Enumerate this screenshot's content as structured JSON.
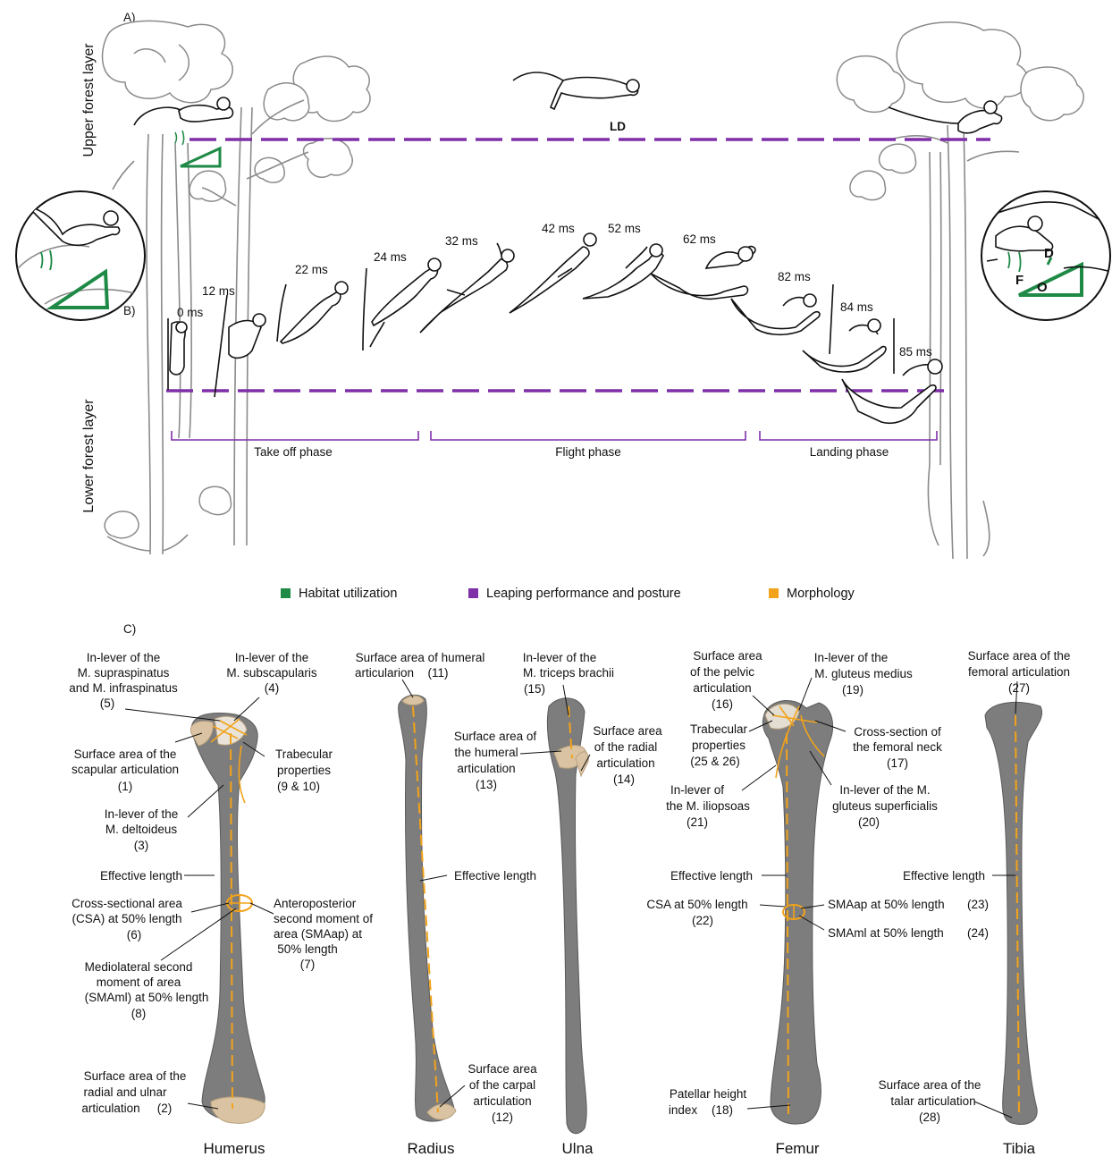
{
  "panels": {
    "a": "A)",
    "b": "B)",
    "c": "C)"
  },
  "layers": {
    "upper": "Upper forest layer",
    "lower": "Lower forest layer"
  },
  "ld_label": "LD",
  "inset_right": {
    "d": "D",
    "f": "F",
    "o": "O"
  },
  "frames": [
    "0 ms",
    "12 ms",
    "22 ms",
    "24 ms",
    "32 ms",
    "42 ms",
    "52 ms",
    "62 ms",
    "82 ms",
    "84 ms",
    "85 ms"
  ],
  "phases": [
    "Take off phase",
    "Flight phase",
    "Landing phase"
  ],
  "legend": [
    {
      "label": "Habitat utilization",
      "color": "#1e8a46"
    },
    {
      "label": "Leaping performance and posture",
      "color": "#7f2fa8"
    },
    {
      "label": "Morphology",
      "color": "#f2a31b"
    }
  ],
  "bones": [
    "Humerus",
    "Radius",
    "Ulna",
    "Femur",
    "Tibia"
  ],
  "humerus_labels": {
    "supra_l1": "In-lever of the",
    "supra_l2": "M. supraspinatus",
    "supra_l3": "and M. infraspinatus",
    "supra_n": "(5)",
    "subsc_l1": "In-lever of the",
    "subsc_l2": "M. subscapularis",
    "subsc_n": "(4)",
    "scap_l1": "Surface area of the",
    "scap_l2": "scapular articulation",
    "scap_n": "(1)",
    "trab_l1": "Trabecular",
    "trab_l2": "properties",
    "trab_n": "(9 & 10)",
    "delt_l1": "In-lever of the",
    "delt_l2": "M. deltoideus",
    "delt_n": "(3)",
    "efflen": "Effective length",
    "csa_l1": "Cross-sectional area",
    "csa_l2": "(CSA) at 50% length",
    "csa_n": "(6)",
    "smaap_l1": "Anteroposterior",
    "smaap_l2": "second moment of",
    "smaap_l3": "area (SMAap) at",
    "smaap_l4": "50% length",
    "smaap_n": "(7)",
    "smaml_l1": "Mediolateral second",
    "smaml_l2": "moment of area",
    "smaml_l3": "(SMAml) at 50% length",
    "smaml_n": "(8)",
    "radul_l1": "Surface area of the",
    "radul_l2": "radial and ulnar",
    "radul_l3": "articulation",
    "radul_n": "(2)"
  },
  "radius_labels": {
    "hum_l1": "Surface area of humeral",
    "hum_l2": "articularion",
    "hum_n": "(11)",
    "efflen": "Effective length",
    "carp_l1": "Surface area",
    "carp_l2": "of the carpal",
    "carp_l3": "articulation",
    "carp_n": "(12)"
  },
  "ulna_labels": {
    "tri_l1": "In-lever of the",
    "tri_l2": "M. triceps brachii",
    "tri_n": "(15)",
    "hum_l1": "Surface area of",
    "hum_l2": "the humeral",
    "hum_l3": "articulation",
    "hum_n": "(13)",
    "rad_l1": "Surface area",
    "rad_l2": "of the radial",
    "rad_l3": "articulation",
    "rad_n": "(14)"
  },
  "femur_labels": {
    "pelv_l1": "Surface area",
    "pelv_l2": "of the pelvic",
    "pelv_l3": "articulation",
    "pelv_n": "(16)",
    "glmed_l1": "In-lever of the",
    "glmed_l2": "M. gluteus medius",
    "glmed_n": "(19)",
    "trab_l1": "Trabecular",
    "trab_l2": "properties",
    "trab_n": "(25 & 26)",
    "neck_l1": "Cross-section of",
    "neck_l2": "the femoral neck",
    "neck_n": "(17)",
    "ilio_l1": "In-lever of",
    "ilio_l2": "the M. iliopsoas",
    "ilio_n": "(21)",
    "glsup_l1": "In-lever of the M.",
    "glsup_l2": "gluteus superficialis",
    "glsup_n": "(20)",
    "efflen": "Effective length",
    "csa_l1": "CSA at 50% length",
    "csa_n": "(22)",
    "smaap_l1": "SMAap at 50% length",
    "smaap_n": "(23)",
    "smaml_l1": "SMAml at 50% length",
    "smaml_n": "(24)",
    "pat_l1": "Patellar height",
    "pat_l2": "index",
    "pat_n": "(18)"
  },
  "tibia_labels": {
    "fem_l1": "Surface area of the",
    "fem_l2": "femoral articulation",
    "fem_n": "(27)",
    "efflen": "Effective length",
    "tal_l1": "Surface area of the",
    "tal_l2": "talar articulation",
    "tal_n": "(28)"
  }
}
